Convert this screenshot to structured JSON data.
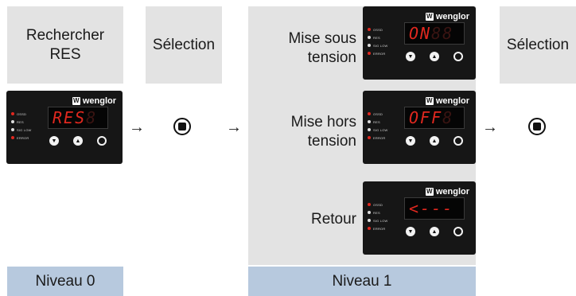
{
  "columns": {
    "search": {
      "line1": "Rechercher",
      "line2": "RES"
    },
    "select1": {
      "label": "Sélection"
    },
    "select2": {
      "label": "Sélection"
    }
  },
  "menu": {
    "items": [
      {
        "line1": "Mise sous",
        "line2": "tension",
        "display_on": "ON",
        "display_off": "88"
      },
      {
        "line1": "Mise hors",
        "line2": "tension",
        "display_on": "OFF",
        "display_off": "8"
      },
      {
        "line1": "Retour",
        "line2": "",
        "display_on": "<---",
        "display_off": ""
      }
    ]
  },
  "device": {
    "brand": "wenglor",
    "brand_mark": "W",
    "leds": [
      "OSSD",
      "RES",
      "SIG LOW",
      "ERROR"
    ],
    "res_display_on": "RES",
    "res_display_off": "8",
    "keys": [
      "▼",
      "▲",
      ""
    ]
  },
  "levels": {
    "level0": "Niveau 0",
    "level1": "Niveau 1"
  },
  "arrow": "→",
  "colors": {
    "panel": "#e3e3e3",
    "level": "#b7c9de",
    "display_red": "#e0281f",
    "device_bg": "#161616"
  }
}
